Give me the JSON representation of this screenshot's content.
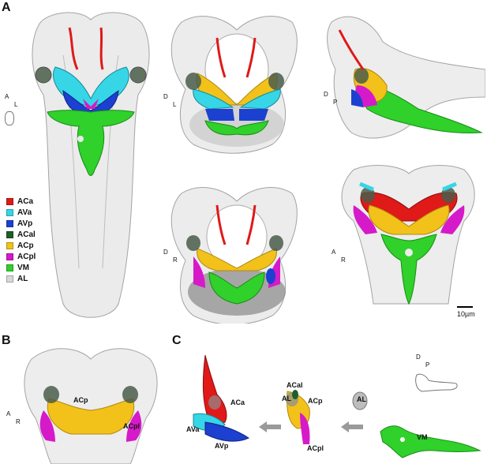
{
  "panels": {
    "a": "A",
    "b": "B",
    "c": "C"
  },
  "legend": [
    {
      "label": "ACa",
      "color": "#e01919"
    },
    {
      "label": "AVa",
      "color": "#36d6e6"
    },
    {
      "label": "AVp",
      "color": "#1c40d0"
    },
    {
      "label": "ACal",
      "color": "#1f5e2a"
    },
    {
      "label": "ACp",
      "color": "#f2c21a"
    },
    {
      "label": "ACpl",
      "color": "#d61ac9"
    },
    {
      "label": "VM",
      "color": "#2fd12a"
    },
    {
      "label": "AL",
      "color": "#d8d8d8"
    }
  ],
  "orientation": {
    "a1": {
      "up": "A",
      "side": "L"
    },
    "a2": {
      "up": "D",
      "side": "L"
    },
    "a3": {
      "up": "D",
      "side": "P"
    },
    "a4": {
      "up": "D",
      "side": "R"
    },
    "a5": {
      "up": "A",
      "side": "R"
    },
    "b": {
      "up": "A",
      "side": "R"
    },
    "c": {
      "up": "D",
      "side": "P"
    }
  },
  "scale_label": "10µm",
  "panel_b_labels": {
    "acp": "ACp",
    "acpl": "ACpl"
  },
  "panel_c_labels": {
    "aca": "ACa",
    "ava": "AVa",
    "avp": "AVp",
    "acal": "ACal",
    "al_mid": "AL",
    "acp": "ACp",
    "acpl": "ACpl",
    "al_right": "AL",
    "vm": "VM"
  }
}
